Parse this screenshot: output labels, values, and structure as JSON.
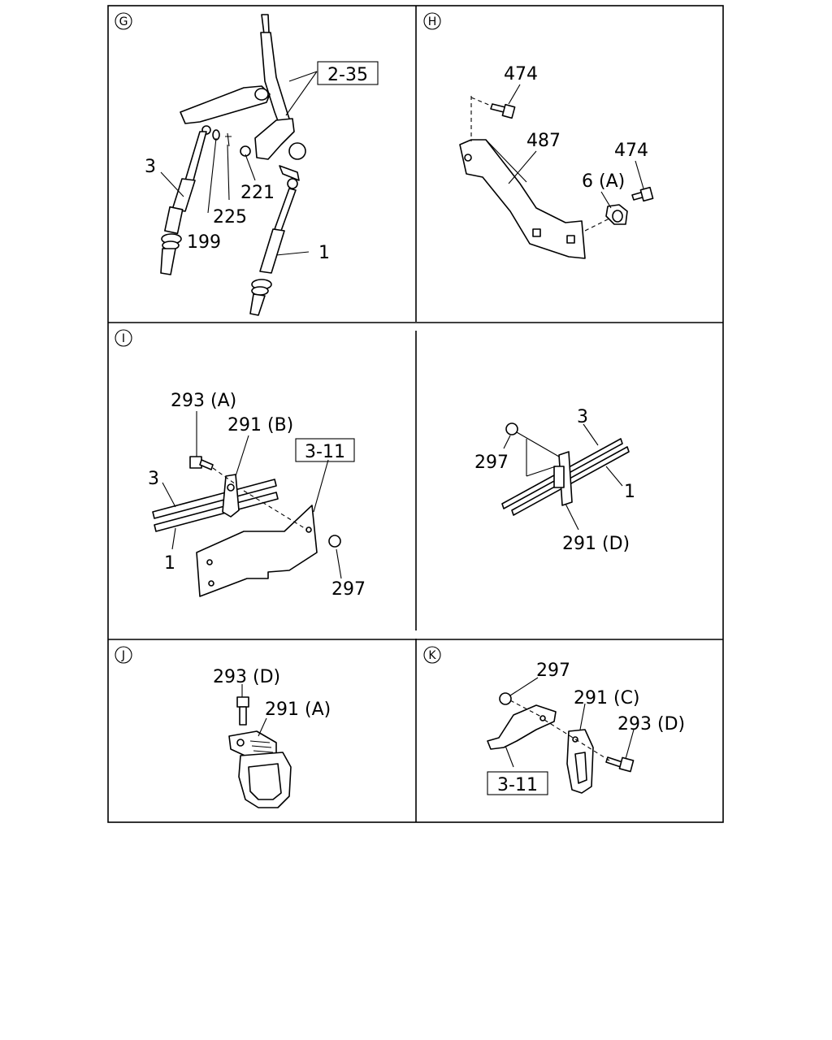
{
  "panels": {
    "G": {
      "letter": "G",
      "labels": {
        "ref": "2-35",
        "p3": "3",
        "p225": "225",
        "p221": "221",
        "p199": "199",
        "p1": "1"
      }
    },
    "H": {
      "letter": "H",
      "labels": {
        "p474a": "474",
        "p487": "487",
        "p474b": "474",
        "p6a": "6 (A)"
      }
    },
    "I": {
      "letter": "I",
      "labels": {
        "p293a": "293 (A)",
        "p291b": "291 (B)",
        "ref": "3-11",
        "p3": "3",
        "p1": "1",
        "p297": "297"
      }
    },
    "I2": {
      "labels": {
        "p3": "3",
        "p297": "297",
        "p1": "1",
        "p291d": "291 (D)"
      }
    },
    "J": {
      "letter": "J",
      "labels": {
        "p293d": "293 (D)",
        "p291a": "291 (A)"
      }
    },
    "K": {
      "letter": "K",
      "labels": {
        "p297": "297",
        "p291c": "291 (C)",
        "p293d": "293 (D)",
        "ref": "3-11"
      }
    }
  }
}
